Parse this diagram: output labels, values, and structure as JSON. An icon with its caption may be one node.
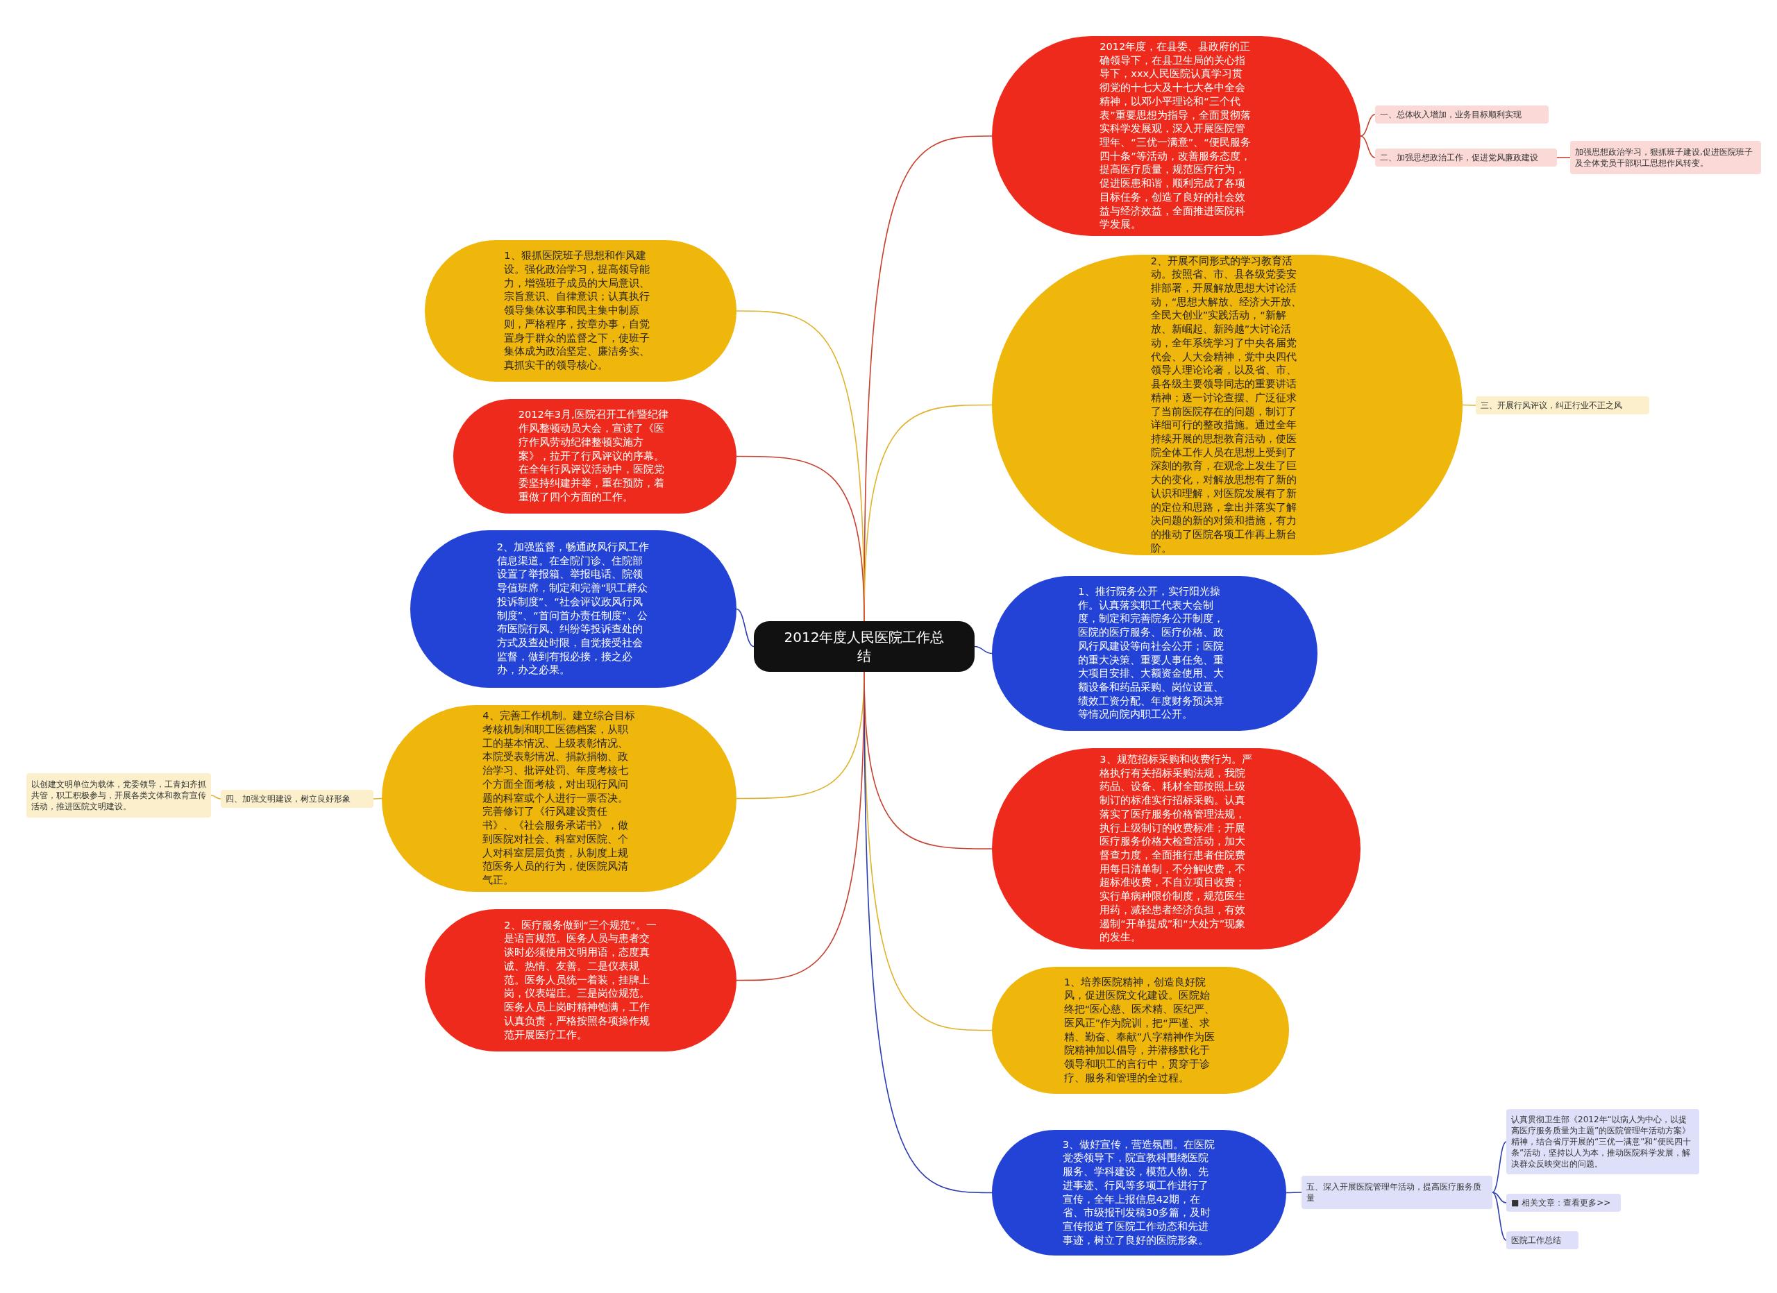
{
  "diagram": {
    "nodes": [
      {
        "text": [
          "2012年度人民医院工作总结"
        ]
      },
      {
        "text": [
          "2012年度，在县委、县政府的正确领导下，在县卫生局的关心指导下，xxx人民医院认真学习贯彻党的十七大及十七大各中全会精神，以邓小平理论和“三个代表”重要思想为指导，全面贯彻落实科学发展观，深入开展医院管理年、“三优一满意”、“便民服务四十条”等活动，改善服务态度，提高医疗质量，规范医疗行为，促进医患和谐，顺利完成了各项目标任务，创造了良好的社会效益与经济效益，全面推进医院科学发展。"
        ]
      },
      {
        "text": [
          "一、总体收入增加，业务目标顺利实现"
        ]
      },
      {
        "text": [
          "二、加强思想政治工作，促进党风廉政建设"
        ]
      },
      {
        "text": [
          "加强思想政治学习，狠抓班子建设,促进医院班子及全体党员干部职工思想作风转变。"
        ]
      },
      {
        "text": [
          "2、开展不同形式的学习教育活动。按照省、市、县各级党委安排部署，开展解放思想大讨论活动，“思想大解放、经济大开放、全民大创业”实践活动，“新解放、新崛起、新跨越”大讨论活动，全年系统学习了中央各届党代会、人大会精神，党中央四代领导人理论论著，以及省、市、县各级主要领导同志的重要讲话精神；逐一讨论查摆、广泛征求了当前医院存在的问题，制订了详细可行的整改措施。通过全年持续开展的思想教育活动，使医院全体工作人员在思想上受到了深刻的教育，在观念上发生了巨大的变化，对解放思想有了新的认识和理解，对医院发展有了新的定位和思路，拿出并落实了解决问题的新的对策和措施，有力的推动了医院各项工作再上新台阶。"
        ]
      },
      {
        "text": [
          "三、开展行风评议，纠正行业不正之风"
        ]
      },
      {
        "text": [
          "1、推行院务公开，实行阳光操作。认真落实职工代表大会制度，制定和完善院务公开制度，医院的医疗服务、医疗价格、政风行风建设等向社会公开；医院的重大决策、重要人事任免、重大项目安排、大额资金使用、大额设备和药品采购、岗位设置、绩效工资分配、年度财务预决算等情况向院内职工公开。"
        ]
      },
      {
        "text": [
          "3、规范招标采购和收费行为。严格执行有关招标采购法规，我院药品、设备、耗材全部按照上级制订的标准实行招标采购。认真落实了医疗服务价格管理法规，执行上级制订的收费标准；开展医疗服务价格大检查活动，加大督查力度，全面推行患者住院费用每日清单制，不分解收费，不超标准收费，不自立项目收费；实行单病种限价制度，规范医生用药，减轻患者经济负担，有效遏制“开单提成”和“大处方”现象的发生。"
        ]
      },
      {
        "text": [
          "1、培养医院精神，创造良好院风，促进医院文化建设。医院始终把“医心慈、医术精、医纪严、医风正”作为院训，把“严谨、求精、勤奋、奉献”八字精神作为医院精神加以倡导，并潜移默化于领导和职工的言行中，贯穿于诊疗、服务和管理的全过程。"
        ]
      },
      {
        "text": [
          "3、做好宣传，营造氛围。在医院党委领导下，院宣教科围绕医院服务、学科建设，模范人物、先进事迹、行风等多项工作进行了宣传，全年上报信息42期，在省、市级报刊发稿30多篇，及时宣传报道了医院工作动态和先进事迹，树立了良好的医院形象。"
        ]
      },
      {
        "text": [
          "五、深入开展医院管理年活动，提高医疗服务质量"
        ]
      },
      {
        "text": [
          "认真贯彻卫生部《2012年“以病人为中心，以提高医疗服务质量为主题”的医院管理年活动方案》精神，结合省厅开展的“三优一满意”和“便民四十条”活动，坚持以人为本，推动医院科学发展，解决群众反映突出的问题。"
        ]
      },
      {
        "text": [
          "■ 相关文章：查看更多>>"
        ]
      },
      {
        "text": [
          "医院工作总结"
        ]
      },
      {
        "text": [
          "1、狠抓医院班子思想和作风建设。强化政治学习，提高领导能力，增强班子成员的大局意识、宗旨意识、自律意识；认真执行领导集体议事和民主集中制原则，严格程序，按章办事，自觉置身于群众的监督之下，使班子集体成为政治坚定、廉洁务实、真抓实干的领导核心。"
        ]
      },
      {
        "text": [
          "2012年3月,医院召开工作暨纪律作风整顿动员大会，宣读了《医疗作风劳动纪律整顿实施方案》，拉开了行风评议的序幕。在全年行风评议活动中，医院党委坚持纠建并举，重在预防，着重做了四个方面的工作。"
        ]
      },
      {
        "text": [
          "2、加强监督，畅通政风行风工作信息渠道。在全院门诊、住院部设置了举报箱、举报电话、院领导值班席，制定和完善“职工群众投诉制度”、“社会评议政风行风制度”、“首问首办责任制度”、公布医院行风、纠纷等投诉查处的方式及查处时限，自觉接受社会监督，做到有报必接，接之必办，办之必果。"
        ]
      },
      {
        "text": [
          "4、完善工作机制。建立综合目标考核机制和职工医德档案，从职工的基本情况、上级表彰情况、本院受表彰情况、捐款捐物、政治学习、批评处罚、年度考核七个方面全面考核，对出现行风问题的科室或个人进行一票否决。完善修订了《行风建设责任书》、《社会服务承诺书》，做到医院对社会、科室对医院、个人对科室层层负责，从制度上规范医务人员的行为，使医院风清气正。"
        ]
      },
      {
        "text": [
          "四、加强文明建设，树立良好形象"
        ]
      },
      {
        "text": [
          "以创建文明单位为载体，党委领导，工青妇齐抓共管，职工积极参与，开展各类文体和教育宣传活动，推进医院文明建设。"
        ]
      },
      {
        "text": [
          "2、医疗服务做到“三个规范”。一是语言规范。医务人员与患者交谈时必须使用文明用语，态度真诚、热情、友善。二是仪表规范。医务人员统一着装，挂牌上岗，仪表端庄。三是岗位规范。医务人员上岗时精神饱满，工作认真负责，严格按照各项操作规范开展医疗工作。"
        ]
      }
    ],
    "edges": [
      {
        "from": 0,
        "to": 1,
        "arrow": "none",
        "color": "#c8412f"
      },
      {
        "from": 1,
        "to": 2,
        "arrow": "none",
        "color": "#c8412f"
      },
      {
        "from": 1,
        "to": 3,
        "arrow": "none",
        "color": "#c8412f"
      },
      {
        "from": 3,
        "to": 4,
        "arrow": "none",
        "color": "#c8412f"
      },
      {
        "from": 0,
        "to": 5,
        "arrow": "none",
        "color": "#e0b32e"
      },
      {
        "from": 5,
        "to": 6,
        "arrow": "none",
        "color": "#e0b32e"
      },
      {
        "from": 0,
        "to": 7,
        "arrow": "none",
        "color": "#2b3bb0"
      },
      {
        "from": 0,
        "to": 8,
        "arrow": "none",
        "color": "#c8412f"
      },
      {
        "from": 0,
        "to": 9,
        "arrow": "none",
        "color": "#e0b32e"
      },
      {
        "from": 0,
        "to": 10,
        "arrow": "none",
        "color": "#2b3bb0"
      },
      {
        "from": 10,
        "to": 11,
        "arrow": "none",
        "color": "#2b3bb0"
      },
      {
        "from": 11,
        "to": 12,
        "arrow": "none",
        "color": "#2b3bb0"
      },
      {
        "from": 11,
        "to": 13,
        "arrow": "none",
        "color": "#2b3bb0"
      },
      {
        "from": 11,
        "to": 14,
        "arrow": "none",
        "color": "#2b3bb0"
      },
      {
        "from": 0,
        "to": 15,
        "arrow": "none",
        "color": "#e0b32e"
      },
      {
        "from": 0,
        "to": 16,
        "arrow": "none",
        "color": "#c8412f"
      },
      {
        "from": 0,
        "to": 17,
        "arrow": "none",
        "color": "#2b3bb0"
      },
      {
        "from": 0,
        "to": 18,
        "arrow": "none",
        "color": "#e0b32e"
      },
      {
        "from": 18,
        "to": 19,
        "arrow": "none",
        "color": "#e0b32e"
      },
      {
        "from": 19,
        "to": 20,
        "arrow": "none",
        "color": "#e0b32e"
      },
      {
        "from": 0,
        "to": 21,
        "arrow": "none",
        "color": "#c8412f"
      }
    ]
  }
}
